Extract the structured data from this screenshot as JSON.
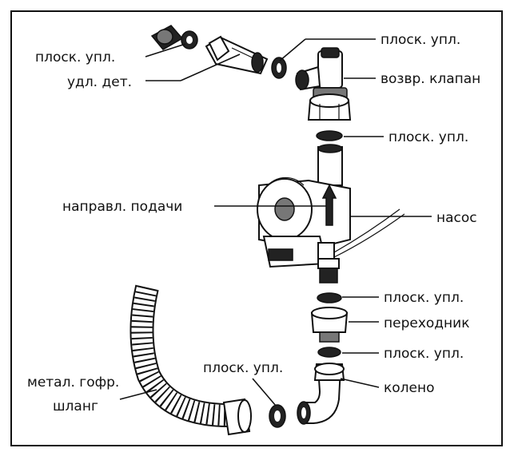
{
  "labels": {
    "flat_gasket_left": "плоск. упл.",
    "extension_piece": "удл. дет.",
    "flat_gasket_top": "плоск. упл.",
    "check_valve": "возвр. клапан",
    "flat_gasket_2": "плоск. упл.",
    "flow_direction": "направл. подачи",
    "pump": "насос",
    "flat_gasket_3": "плоск. упл.",
    "adapter": "переходник",
    "flat_gasket_4": "плоск. упл.",
    "flat_gasket_hose": "плоск. упл.",
    "elbow": "колено",
    "hose_line1": "метал. гофр.",
    "hose_line2": "шланг"
  }
}
